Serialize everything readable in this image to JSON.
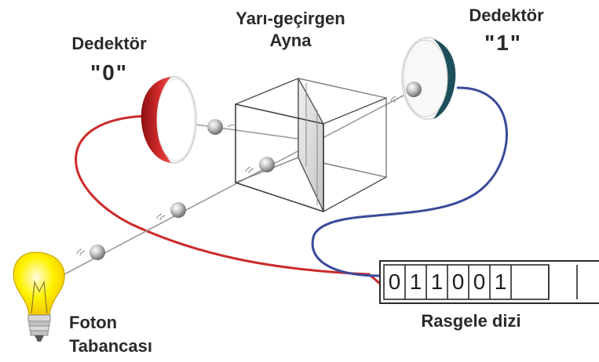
{
  "labels": {
    "detector0_title": "Dedektör",
    "detector0_value": "\"0\"",
    "mirror_line1": "Yarı-geçirgen",
    "mirror_line2": "Ayna",
    "detector1_title": "Dedektör",
    "detector1_value": "\"1\"",
    "gun_line1": "Foton",
    "gun_line2": "Tabancası",
    "sequence_caption": "Rasgele dizi"
  },
  "sequence": {
    "bits": [
      "0",
      "1",
      "1",
      "0",
      "0",
      "1",
      "",
      ""
    ]
  },
  "colors": {
    "detector0": "#c8232b",
    "detector1": "#1c4f5a",
    "wire0": "#cc2a2a",
    "wire1": "#3a4a9a",
    "bulb": "#ffe600",
    "mirror": "#d6d6d6"
  }
}
